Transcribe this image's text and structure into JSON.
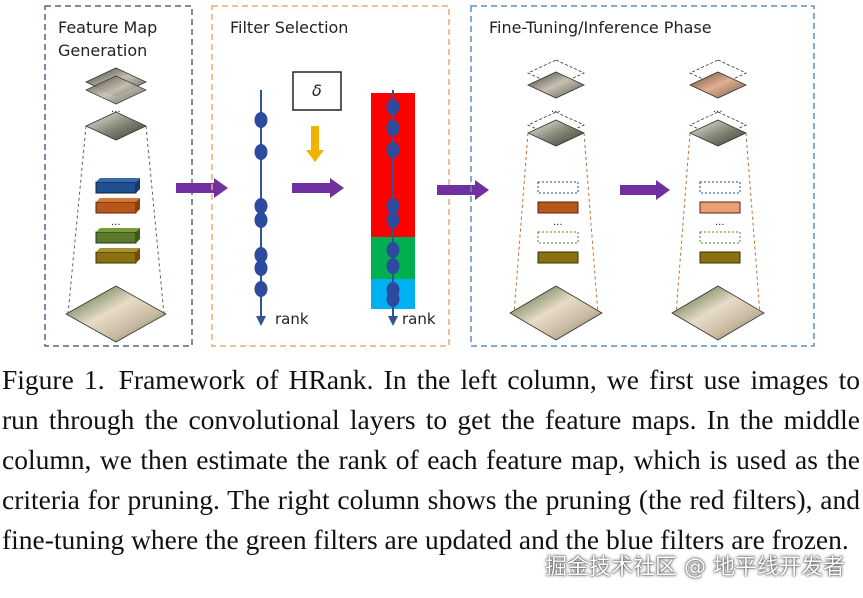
{
  "figure": {
    "panels": [
      {
        "title_lines": [
          "Feature Map",
          "Generation"
        ],
        "border_color": "#56627e"
      },
      {
        "title_lines": [
          "Filter Selection"
        ],
        "border_color": "#f0aa72"
      },
      {
        "title_lines": [
          "Fine-Tuning/Inference Phase"
        ],
        "border_color": "#5f8fc4"
      }
    ],
    "delta_symbol": "δ",
    "axis_label": "rank",
    "colors": {
      "arrow": "#7030a0",
      "pruned_red": "#ff0000",
      "updated_green": "#00b050",
      "frozen_blue": "#00b0f0",
      "rank_line": "#2f5597",
      "rank_dot": "#2e4a9e",
      "delta_arrow": "#f0b400",
      "filter_orange": "#b85818",
      "filter_blue": "#1f4f8f",
      "filter_green": "#5a7a2a",
      "filter_olive": "#8a7010"
    },
    "image_description_icons": [
      "cat-image-icon",
      "monkey-image-icon"
    ]
  },
  "caption": {
    "label": "Figure 1.",
    "text": "Framework of HRank. In the left column, we first use images to run through the convolutional layers to get the feature maps. In the middle column, we then estimate the rank of each feature map, which is used as the criteria for pruning. The right column shows the pruning (the red filters), and fine-tuning where the green filters are updated and the blue filters are frozen."
  },
  "watermark": "掘金技术社区 @ 地平线开发者"
}
